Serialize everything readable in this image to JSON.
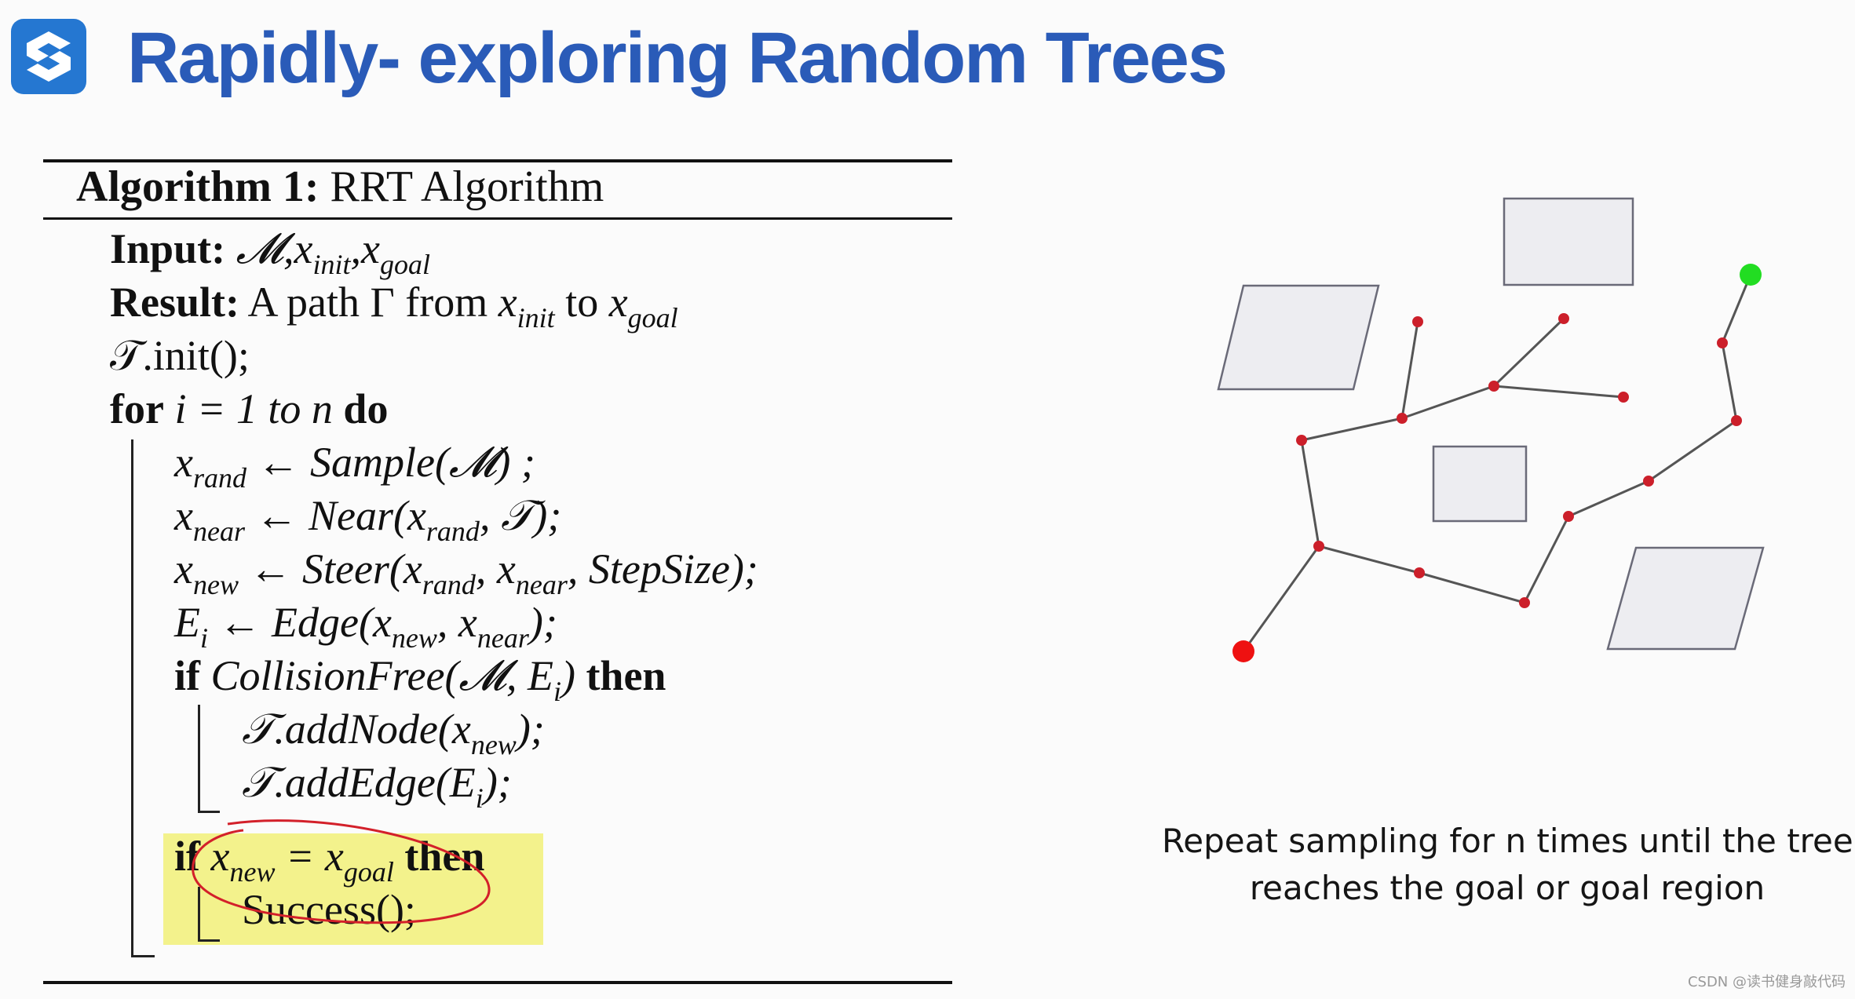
{
  "header": {
    "title": "Rapidly- exploring Random Trees",
    "logo_icon": "s-logo-icon",
    "accent_color": "#2a5bb8",
    "logo_color": "#2577d1"
  },
  "algorithm": {
    "label": "Algorithm 1:",
    "name": "RRT Algorithm",
    "input_label": "Input:",
    "input_vars": "𝓜,x",
    "input_sub1": "init",
    "input_mid": ",x",
    "input_sub2": "goal",
    "result_label": "Result:",
    "result_text": "A path Γ from",
    "result_x1": "x",
    "result_sub1": "init",
    "result_to": "to",
    "result_x2": "x",
    "result_sub2": "goal",
    "init_line": "𝒯.init();",
    "for_kw": "for",
    "for_expr": "i = 1 to n",
    "do_kw": "do",
    "sample_lhs": "x",
    "sample_sub": "rand",
    "sample_rhs": "← Sample(𝓜) ;",
    "near_lhs": "x",
    "near_sub": "near",
    "near_rhs_a": "← Near(x",
    "near_rhs_sub": "rand",
    "near_rhs_b": ", 𝒯);",
    "steer_lhs": "x",
    "steer_sub": "new",
    "steer_a": "← Steer(x",
    "steer_sub1": "rand",
    "steer_b": ", x",
    "steer_sub2": "near",
    "steer_c": ", StepSize);",
    "edge_lhs": "E",
    "edge_sub": "i",
    "edge_a": "← Edge(x",
    "edge_sub1": "new",
    "edge_b": ", x",
    "edge_sub2": "near",
    "edge_c": ");",
    "if_kw": "if",
    "collision_a": "CollisionFree(𝓜, E",
    "collision_sub": "i",
    "collision_b": ")",
    "then_kw": "then",
    "addnode_a": "𝒯.addNode(x",
    "addnode_sub": "new",
    "addnode_b": ");",
    "addedge_a": "𝒯.addEdge(E",
    "addedge_sub": "i",
    "addedge_b": ");",
    "if2_kw": "if",
    "goal_a": "x",
    "goal_sub1": "new",
    "goal_eq": " = x",
    "goal_sub2": "goal",
    "then2_kw": "then",
    "success": "Success();"
  },
  "diagram": {
    "edge_color": "#555555",
    "node_color": "#cc1f2a",
    "start_color": "#ee1111",
    "goal_color": "#22dd22",
    "obstacle_fill": "#ededf1",
    "obstacle_stroke": "#6a6a78"
  },
  "caption": {
    "line1": "Repeat sampling for n times until the tree",
    "line2": "reaches the goal or goal region"
  },
  "watermark": "CSDN @读书健身敲代码"
}
